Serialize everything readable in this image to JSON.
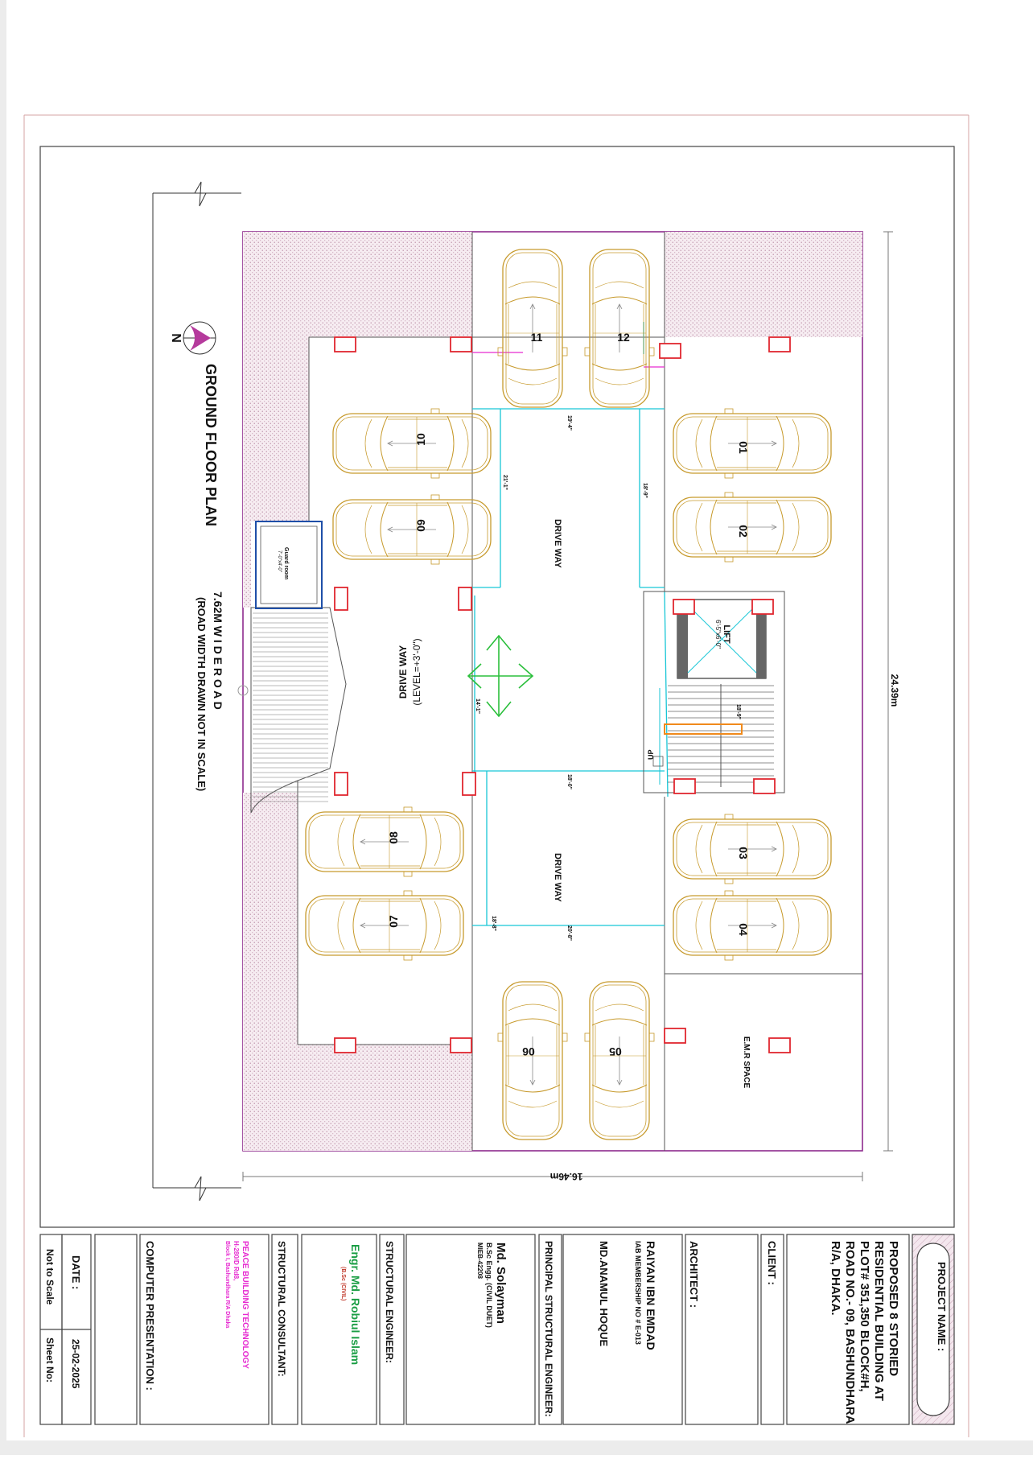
{
  "plan": {
    "title": "GROUND FLOOR PLAN",
    "north": "N",
    "road_width": "7.62M  W I D E  R O A D",
    "road_note": "(ROAD WIDTH DRAWN NOT IN SCALE)",
    "dim_width": "24.39m",
    "dim_depth": "16.46m",
    "driveway": "DRIVE WAY",
    "driveway_entry": "DRIVE WAY",
    "driveway_level": "(LEVEL=+3'-0\")",
    "lift": "LIFT",
    "lift_size": "6'-5\"x6'-0\"",
    "up": "UP",
    "guard_room": "Guard room",
    "guard_size": "7'-0\"x4'-0\"",
    "elec_space": "E.M.R SPACE",
    "slots": [
      "01",
      "02",
      "03",
      "04",
      "05",
      "06",
      "07",
      "08",
      "09",
      "10",
      "11",
      "12"
    ],
    "small_dims": [
      "19'-4\"",
      "21'-1\"",
      "18'-9\"",
      "14'-1\"",
      "18'-0\"",
      "18'-8\"",
      "20'-8\"",
      "18'-9\""
    ]
  },
  "titleblock": {
    "project_name_label": "PROJECT NAME :",
    "project_name": [
      "PROPOSED 8 STORIED",
      "RESIDENTIAL BUILDING AT",
      "PLOT# 351,350 BLOCK#H,",
      "ROAD NO.- 09, BASHUNDHARA",
      "R/A, DHAKA."
    ],
    "client_label": "CLIENT :",
    "architect_label": "ARCHITECT :",
    "architect_name": "RAIYAN IBN EMDAD",
    "architect_reg": "IAB MEMBERSHIP NO # E-013",
    "architect2": "MD.ANAMUL HOQUE",
    "principal_label": "PRINCIPAL STRUCTURAL ENGINEER:",
    "principal_name": "Md. Solayman",
    "principal_deg": "B.Sc Engg. (CIVIL DUET)",
    "principal_reg": "MIEB-42208",
    "struct_label": "STRUCTURAL ENGINEER:",
    "struct_name": "Engr. Md. Robiul Islam",
    "struct_deg": "(B.Sc (CIVIL)",
    "consultant_label": "STRUCTURAL CONSULTANT:",
    "consultant_name": "PEACE BUILDING TECHNOLOGY",
    "consultant_addr1": "H-280/D Rd8,",
    "consultant_addr2": "Block I, Bashundhara R/A Dhaka",
    "computer_label": "COMPUTER PRESENTATION :",
    "date_label": "DATE :",
    "date_value": "25-02-2025",
    "scale_label": "Not to Scale",
    "sheet_label": "Sheet No:"
  },
  "colors": {
    "frame": "#3a3a3a",
    "outer_frame": "#c0392b",
    "boundary": "#8e2b8e",
    "car": "#c79a2c",
    "column": "#e0272f",
    "cyan": "#18c6d6",
    "green": "#2bbf3c",
    "magenta": "#e62ad0",
    "struct_green": "#1b9e45",
    "hatch": "#e4c9d6"
  }
}
